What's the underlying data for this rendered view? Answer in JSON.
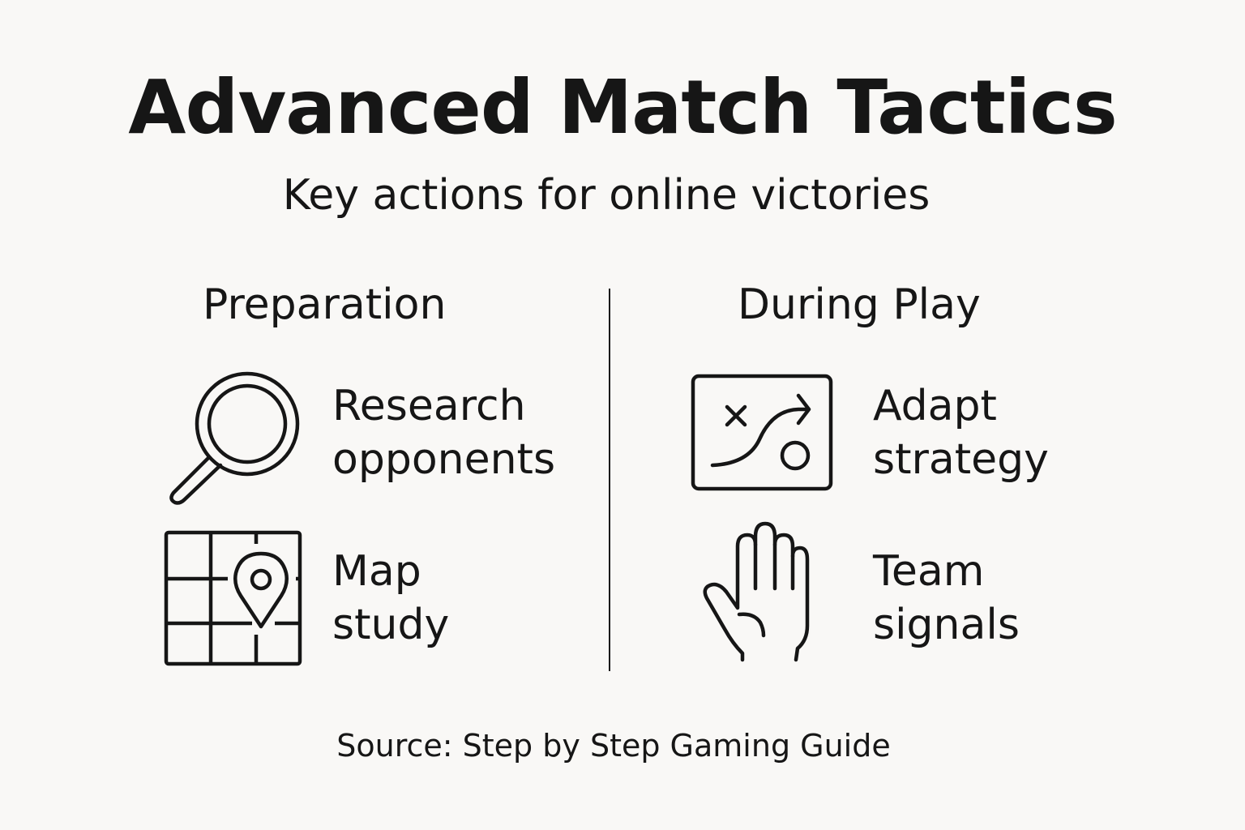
{
  "header": {
    "title": "Advanced Match Tactics",
    "subtitle": "Key actions for online victories"
  },
  "columns": [
    {
      "heading": "Preparation",
      "items": [
        {
          "icon": "magnifying-glass-icon",
          "line1": "Research",
          "line2": "opponents"
        },
        {
          "icon": "map-pin-icon",
          "line1": "Map",
          "line2": "study"
        }
      ]
    },
    {
      "heading": "During Play",
      "items": [
        {
          "icon": "strategy-board-icon",
          "line1": "Adapt",
          "line2": "strategy"
        },
        {
          "icon": "raised-hand-icon",
          "line1": "Team",
          "line2": "signals"
        }
      ]
    }
  ],
  "footer": {
    "source": "Source: Step by Step Gaming Guide"
  },
  "colors": {
    "background": "#f9f8f6",
    "ink": "#161616"
  }
}
